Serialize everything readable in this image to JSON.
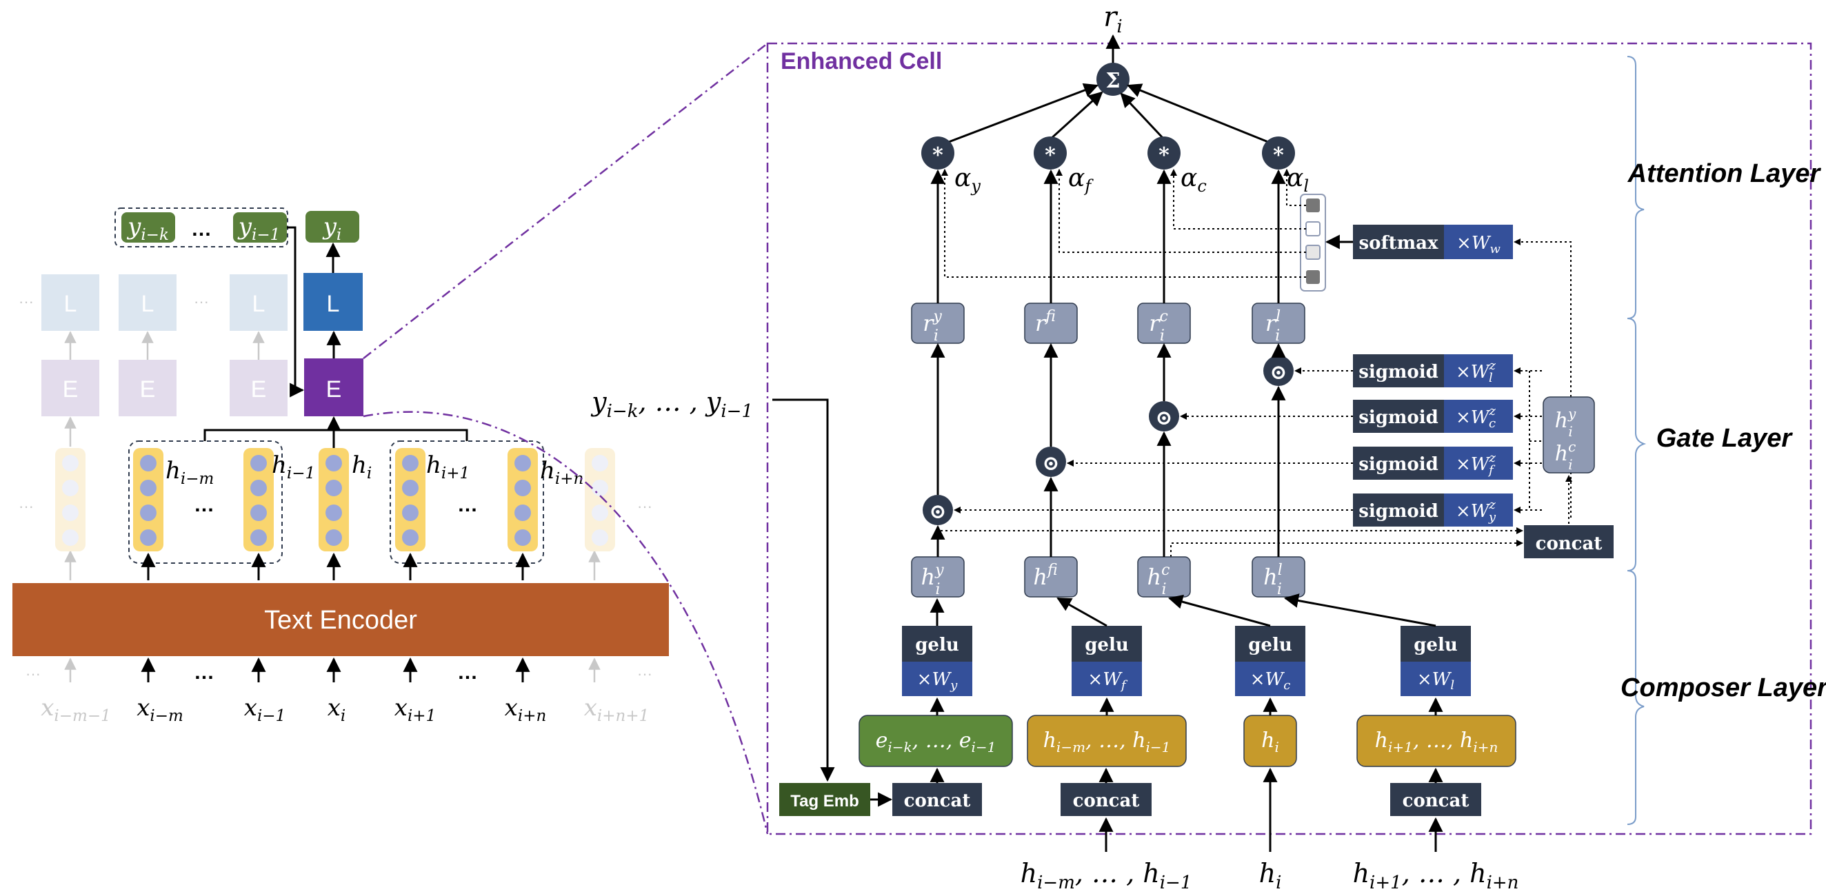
{
  "colors": {
    "encoder": "#b65b2a",
    "enhanced": "#7030a0",
    "lstm_active": "#2f6eb5",
    "lstm_faded": "#dce6f0",
    "e_faded": "#e3dcec",
    "label_green": "#5a7f3a",
    "token_yellow": "#f9d56e",
    "token_dot": "#9ba7d8",
    "dark_box": "#2f3a4d",
    "blue_box": "#34509a",
    "gray_box": "#8f9ab3",
    "gold_box": "#c69a2b",
    "green_box": "#5d8a3a",
    "tag_emb": "#375623",
    "bracket": "#7a9cc9",
    "faded_text": "#c8c8c8"
  },
  "left": {
    "labels": [
      "y_{i-k}",
      "…",
      "y_{i-1}",
      "y_i"
    ],
    "lstm_label": "L",
    "e_label": "E",
    "encoder_label": "Text Encoder",
    "hidden_labels": [
      "h_{i-m}",
      "h_{i-1}",
      "h_i",
      "h_{i+1}",
      "h_{i+n}"
    ],
    "inputs": [
      "x_{i-m-1}",
      "x_{i-m}",
      "x_{i-1}",
      "x_i",
      "x_{i+1}",
      "x_{i+n}",
      "x_{i+n+1}"
    ],
    "ellipsis": "…",
    "ellipsis_faded": "···",
    "dots": "⋯"
  },
  "cell": {
    "title": "Enhanced Cell",
    "output": "r_i",
    "sum": "Σ",
    "mult": "*",
    "gate_mult": "⊙",
    "alphas": [
      "α_y",
      "α_f",
      "α_c",
      "α_l"
    ],
    "r_boxes": [
      "r_i^y",
      "r_i^f",
      "r_i^c",
      "r_i^l"
    ],
    "h_boxes": [
      "h_i^y",
      "h_i^f",
      "h_i^c",
      "h_i^l"
    ],
    "gelu": "gelu",
    "weights": [
      "×W_y",
      "×W_f",
      "×W_c",
      "×W_l"
    ],
    "inputs": [
      "e_{i-k}, …, e_{i-1}",
      "h_{i-m}, …, h_{i-1}",
      "h_i",
      "h_{i+1}, …, h_{i+n}"
    ],
    "concat": "concat",
    "tag_emb": "Tag Emb",
    "softmax": "softmax",
    "softmax_w": "×W_w",
    "sigmoid": "sigmoid",
    "sigmoid_w": [
      "×W_l^z",
      "×W_c^z",
      "×W_f^z",
      "×W_y^z"
    ],
    "hy_hc": [
      "h_i^y",
      "h_i^c"
    ],
    "prev_labels": "y_{i-k}, … , y_{i-1}",
    "bottom_inputs": [
      "h_{i-m}, … , h_{i-1}",
      "h_i",
      "h_{i+1}, … , h_{i+n}"
    ]
  },
  "layers": [
    "Attention Layer",
    "Gate Layer",
    "Composer Layer"
  ]
}
